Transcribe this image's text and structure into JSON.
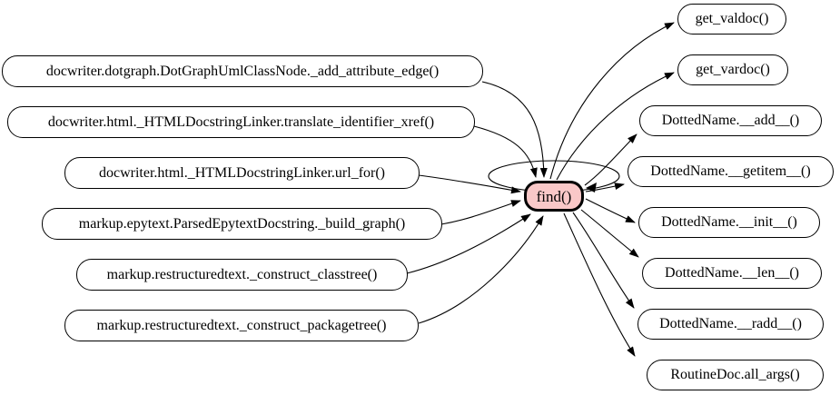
{
  "diagram": {
    "type": "call-graph",
    "center_node": {
      "label": "find()"
    },
    "callers": [
      {
        "label": "docwriter.dotgraph.DotGraphUmlClassNode._add_attribute_edge()"
      },
      {
        "label": "docwriter.html._HTMLDocstringLinker.translate_identifier_xref()"
      },
      {
        "label": "docwriter.html._HTMLDocstringLinker.url_for()"
      },
      {
        "label": "markup.epytext.ParsedEpytextDocstring._build_graph()"
      },
      {
        "label": "markup.restructuredtext._construct_classtree()"
      },
      {
        "label": "markup.restructuredtext._construct_packagetree()"
      }
    ],
    "callees": [
      {
        "label": "get_valdoc()"
      },
      {
        "label": "get_vardoc()"
      },
      {
        "label": "DottedName.__add__()"
      },
      {
        "label": "DottedName.__getitem__()"
      },
      {
        "label": "DottedName.__init__()"
      },
      {
        "label": "DottedName.__len__()"
      },
      {
        "label": "DottedName.__radd__()"
      },
      {
        "label": "RoutineDoc.all_args()"
      }
    ],
    "colors": {
      "background": "#ffffff",
      "edge": "#000000",
      "node_border": "#000000",
      "node_fill": "#ffffff",
      "center_node_fill": "#f9c8c8"
    },
    "features": {
      "self_loop_on_center": true
    }
  }
}
